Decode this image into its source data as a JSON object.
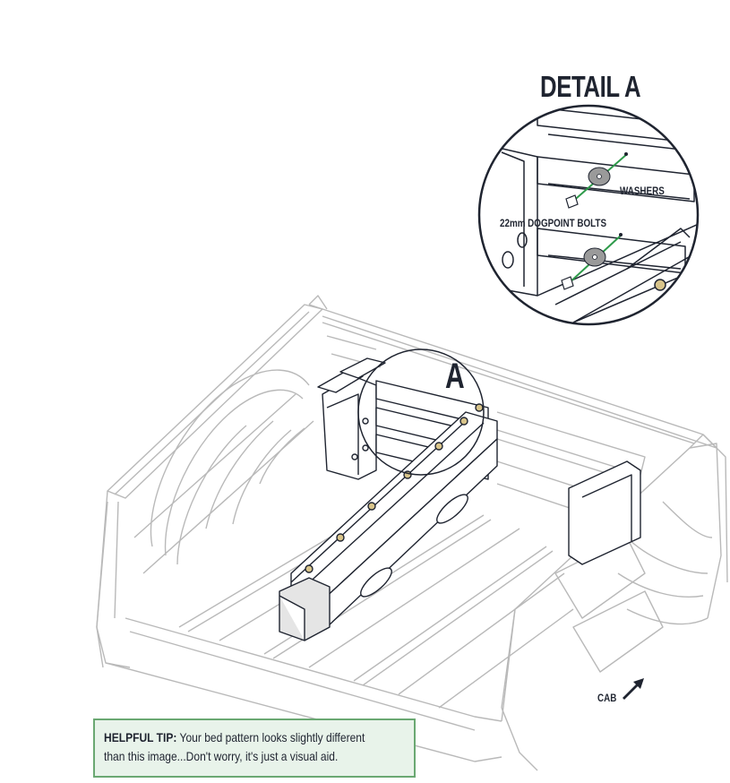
{
  "detail_title": "DETAIL A",
  "callout_letter": "A",
  "labels": {
    "washers": "WASHERS",
    "bolts": "22mm DOGPOINT BOLTS",
    "cab": "CAB"
  },
  "tip": {
    "heading": "HELPFUL TIP:",
    "line1": " Your bed pattern looks slightly different",
    "line2": "than this image...Don't worry, it's just a visual aid."
  },
  "colors": {
    "line": "#1f2430",
    "truck_outline": "#b9b9b9",
    "accent_green": "#2e9a4a",
    "tip_bg": "#e8f3ea",
    "tip_border": "#6aa872",
    "washer": "#9a9a9a"
  }
}
